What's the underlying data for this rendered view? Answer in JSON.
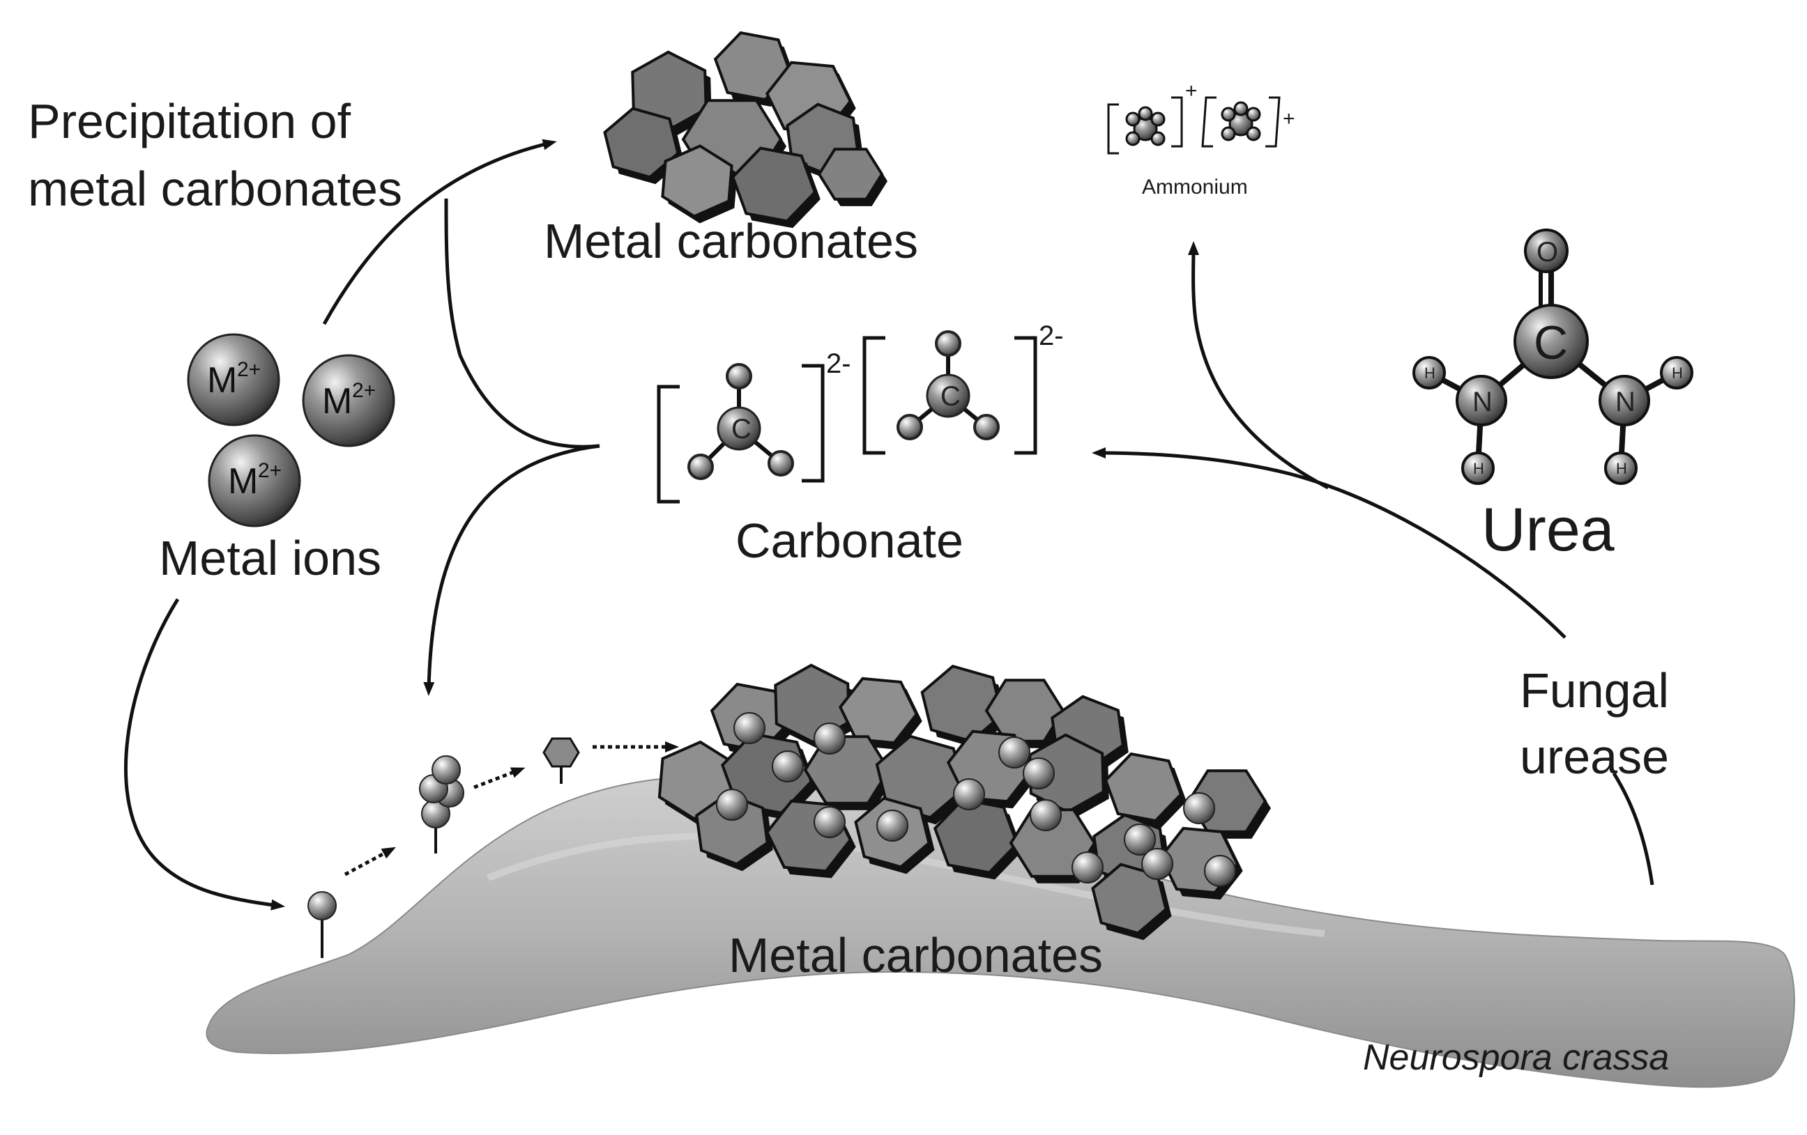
{
  "labels": {
    "precipitation_line1": "Precipitation of",
    "precipitation_line2": "metal carbonates",
    "metal_carbonates_top": "Metal carbonates",
    "metal_ions": "Metal ions",
    "carbonate": "Carbonate",
    "urea": "Urea",
    "ammonium": "Ammonium",
    "fungal_line1": "Fungal",
    "fungal_line2": "urease",
    "metal_carbonates_bottom": "Metal carbonates",
    "organism": "Neurospora crassa"
  },
  "ions": {
    "symbol": "M",
    "charge": "2+"
  },
  "carbonate_charge": "2-",
  "ammonium_charge": "+",
  "urea_atoms": {
    "oxygen": "O",
    "carbon": "C",
    "nitrogen": "N",
    "hydrogen": "H"
  },
  "carbonate_atoms": {
    "carbon": "C"
  },
  "colors": {
    "ink": "#1a1a1a",
    "hypha": "#b4b4b4",
    "crystal_face": "#7d7d7d",
    "atom": "#6e6e6e"
  }
}
